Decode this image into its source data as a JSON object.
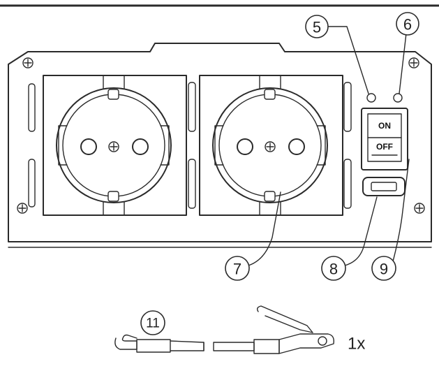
{
  "callouts": {
    "c5": "5",
    "c6": "6",
    "c7": "7",
    "c8": "8",
    "c9": "9",
    "c11": "11"
  },
  "switch": {
    "on_label": "ON",
    "off_label": "OFF"
  },
  "accessory": {
    "quantity": "1x"
  }
}
